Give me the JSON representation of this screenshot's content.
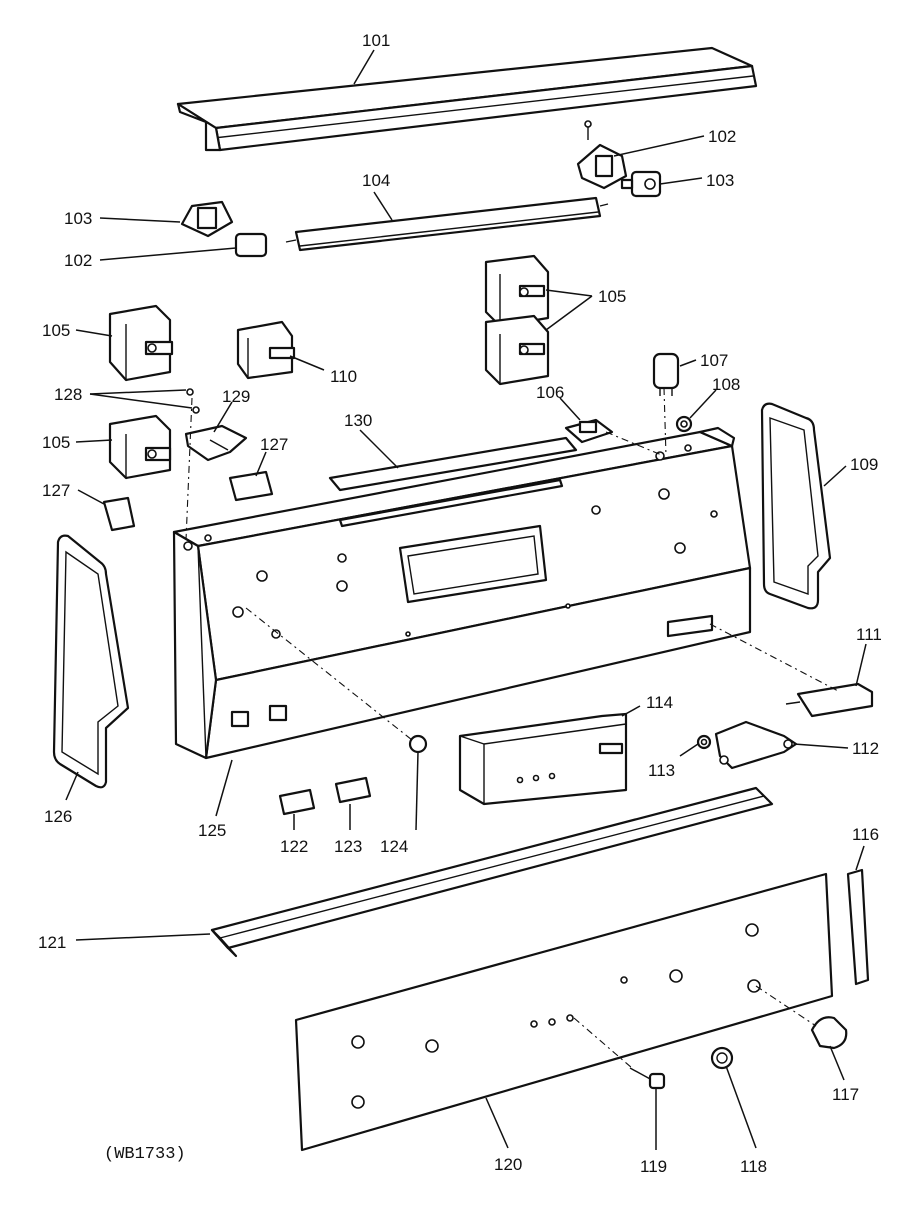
{
  "diagram": {
    "code": "(WB1733)",
    "labels": {
      "l101": "101",
      "l102a": "102",
      "l102b": "102",
      "l103a": "103",
      "l103b": "103",
      "l104": "104",
      "l105a": "105",
      "l105b": "105",
      "l105c": "105",
      "l106": "106",
      "l107": "107",
      "l108": "108",
      "l109": "109",
      "l110": "110",
      "l111": "111",
      "l112": "112",
      "l113": "113",
      "l114": "114",
      "l116": "116",
      "l117": "117",
      "l118": "118",
      "l119": "119",
      "l120": "120",
      "l121": "121",
      "l122": "122",
      "l123": "123",
      "l124": "124",
      "l125": "125",
      "l126": "126",
      "l127a": "127",
      "l127b": "127",
      "l128": "128",
      "l129": "129",
      "l130": "130"
    }
  }
}
